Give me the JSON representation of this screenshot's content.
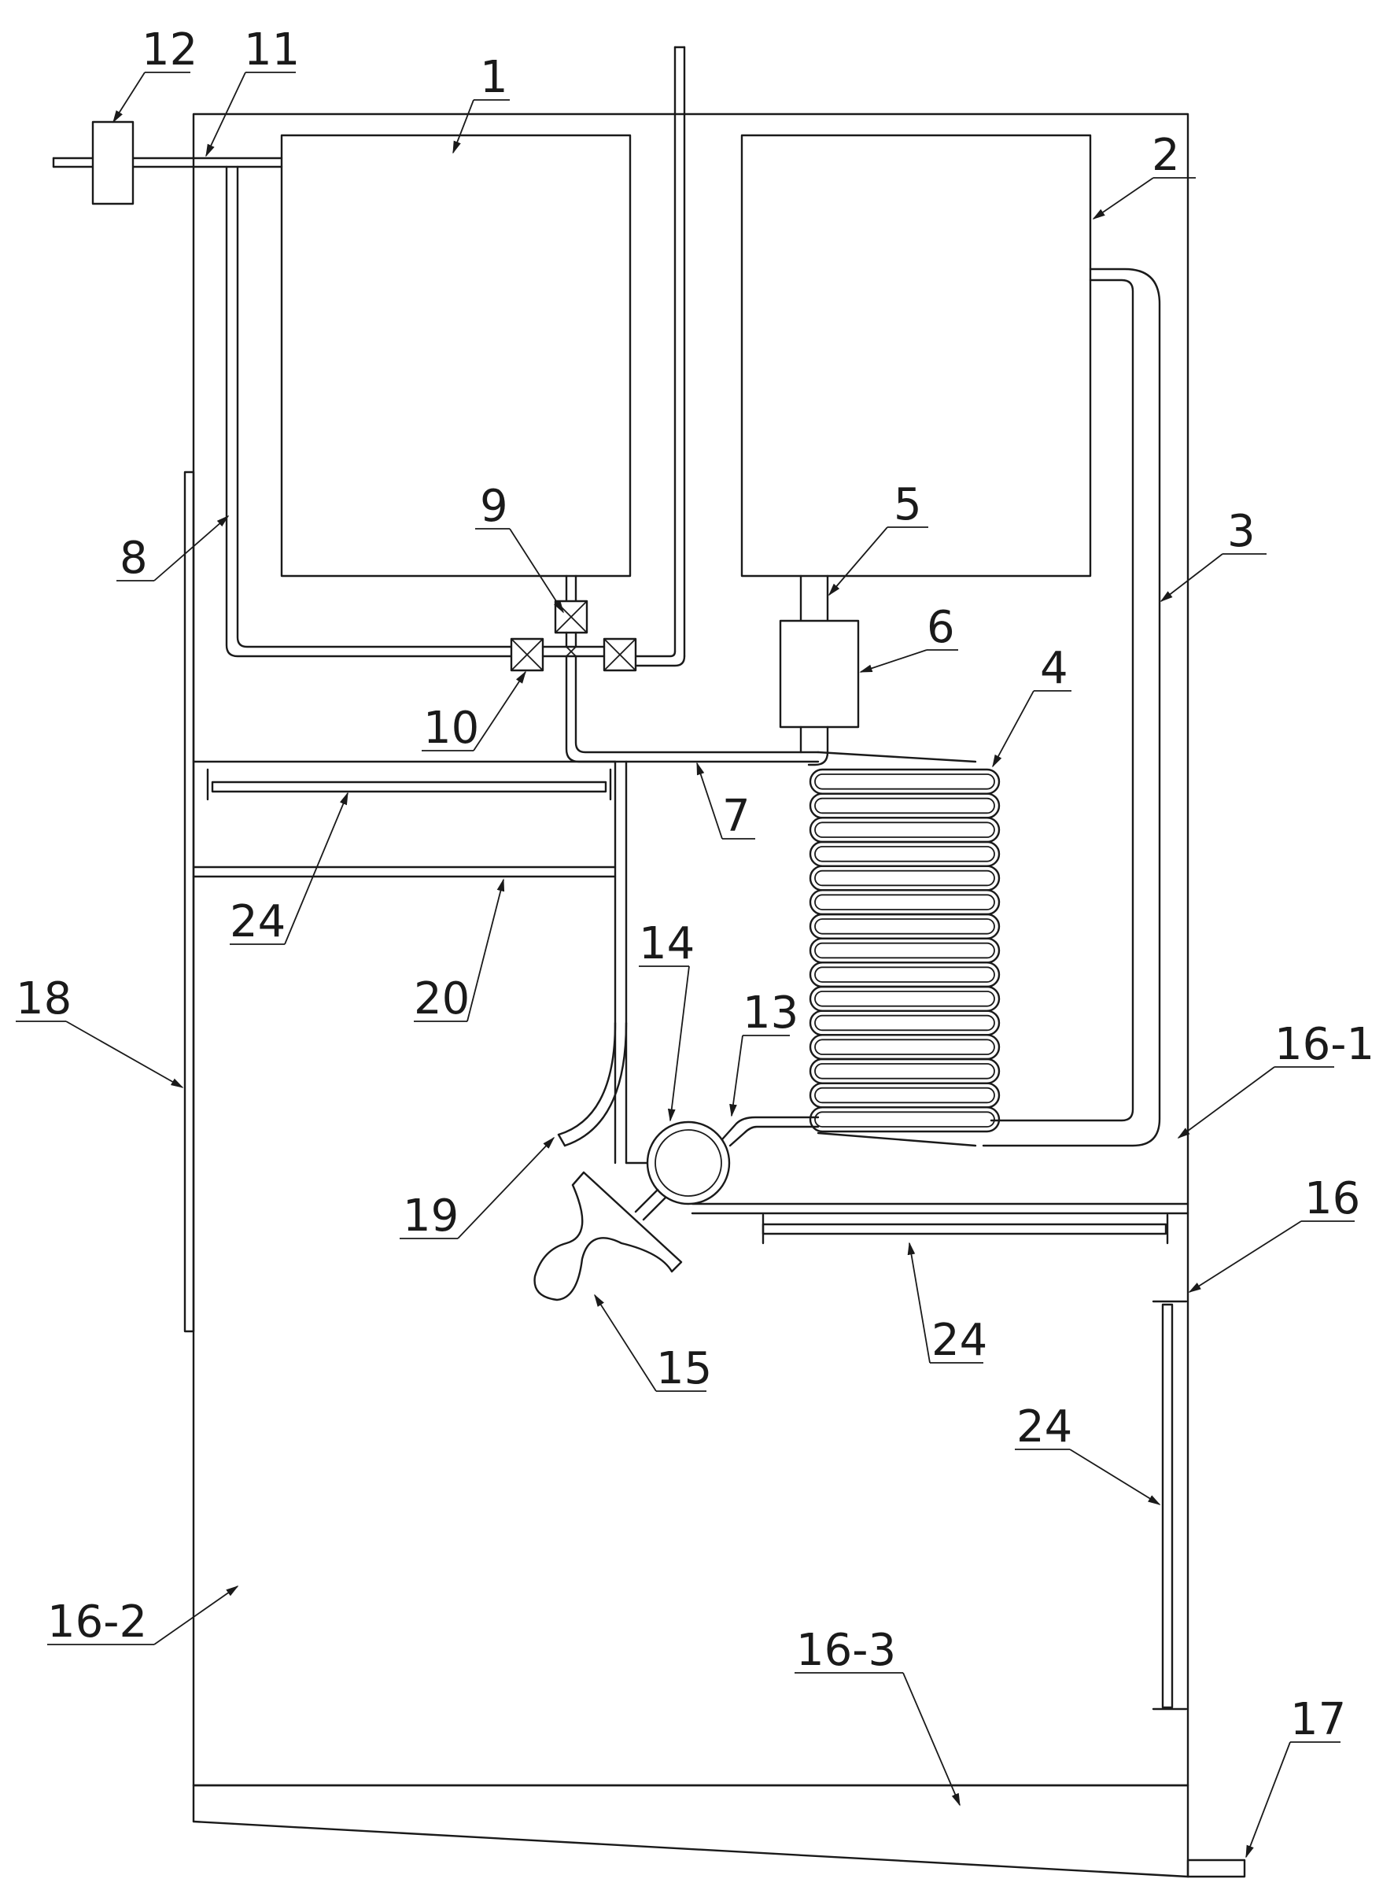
{
  "figure": {
    "labels": [
      {
        "key": "label-12",
        "text": "12"
      },
      {
        "key": "label-11",
        "text": "11"
      },
      {
        "key": "label-1",
        "text": "1"
      },
      {
        "key": "label-2",
        "text": "2"
      },
      {
        "key": "label-3",
        "text": "3"
      },
      {
        "key": "label-4",
        "text": "4"
      },
      {
        "key": "label-5",
        "text": "5"
      },
      {
        "key": "label-6",
        "text": "6"
      },
      {
        "key": "label-7",
        "text": "7"
      },
      {
        "key": "label-8",
        "text": "8"
      },
      {
        "key": "label-9",
        "text": "9"
      },
      {
        "key": "label-10",
        "text": "10"
      },
      {
        "key": "label-13",
        "text": "13"
      },
      {
        "key": "label-14",
        "text": "14"
      },
      {
        "key": "label-15",
        "text": "15"
      },
      {
        "key": "label-16",
        "text": "16"
      },
      {
        "key": "label-16-1",
        "text": "16-1"
      },
      {
        "key": "label-16-2",
        "text": "16-2"
      },
      {
        "key": "label-16-3",
        "text": "16-3"
      },
      {
        "key": "label-17",
        "text": "17"
      },
      {
        "key": "label-18",
        "text": "18"
      },
      {
        "key": "label-19",
        "text": "19"
      },
      {
        "key": "label-20",
        "text": "20"
      },
      {
        "key": "label-24a",
        "text": "24"
      },
      {
        "key": "label-24b",
        "text": "24"
      },
      {
        "key": "label-24c",
        "text": "24"
      }
    ]
  }
}
